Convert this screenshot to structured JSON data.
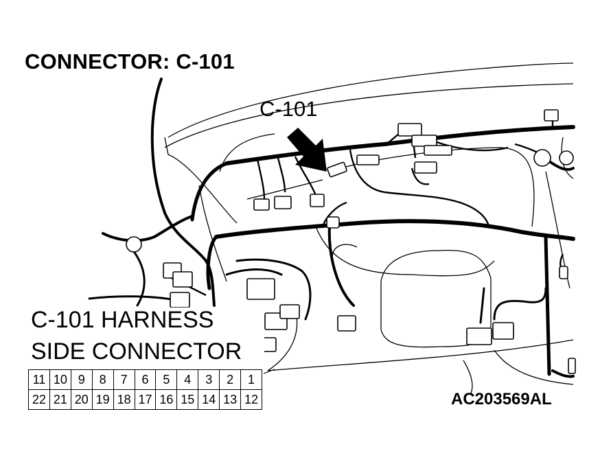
{
  "title": "CONNECTOR: C-101",
  "callout_label": "C-101",
  "harness_label": {
    "line1": "C-101 HARNESS",
    "line2": "SIDE CONNECTOR"
  },
  "pins_top_row": [
    "11",
    "10",
    "9",
    "8",
    "7",
    "6",
    "5",
    "4",
    "3",
    "2",
    "1"
  ],
  "pins_bottom_row": [
    "22",
    "21",
    "20",
    "19",
    "18",
    "17",
    "16",
    "15",
    "14",
    "13",
    "12"
  ],
  "figure_code": "AC203569AL",
  "colors": {
    "ink": "#000000",
    "paper": "#ffffff"
  }
}
